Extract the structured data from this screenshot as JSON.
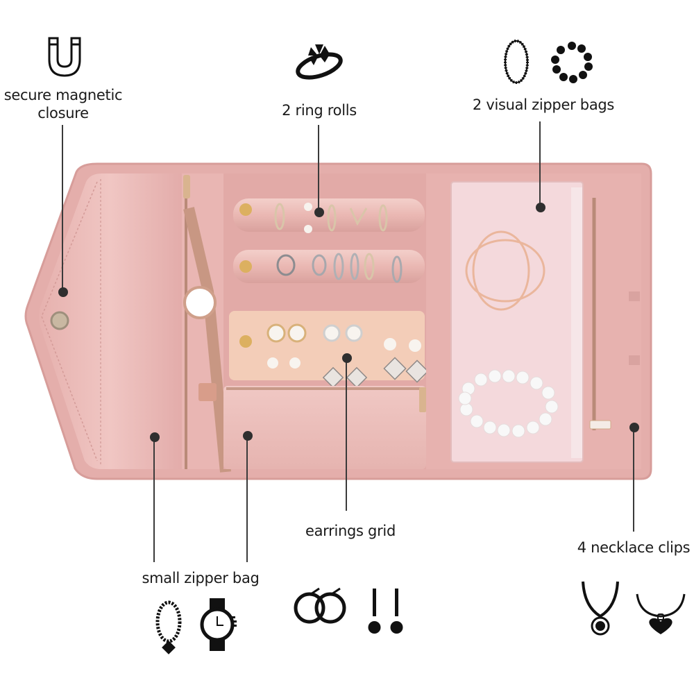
{
  "callouts": {
    "magnetic": {
      "label_line1": "secure magnetic",
      "label_line2": "closure",
      "icon": "magnet-icon"
    },
    "ring_rolls": {
      "label": "2 ring rolls",
      "icon": "ring-icon"
    },
    "visual_bags": {
      "label": "2 visual zipper bags",
      "icons": [
        "bead-necklace-icon",
        "bead-bracelet-icon"
      ]
    },
    "small_bag": {
      "label": "small zipper bag",
      "icons": [
        "pendant-necklace-icon",
        "watch-icon"
      ]
    },
    "earrings": {
      "label": "earrings grid",
      "icons": [
        "hoop-earrings-icon",
        "drop-earrings-icon"
      ]
    },
    "necklace_clips": {
      "label": "4 necklace clips",
      "icons": [
        "round-pendant-icon",
        "heart-pendant-icon"
      ]
    }
  },
  "colors": {
    "case_outer": "#e8b4b1",
    "case_inner": "#efc2bf",
    "satin": "#e9b8b6",
    "earring_board": "#f3cdb8",
    "zipper": "#b98a78",
    "clear_bag": "#f4d9dc",
    "leader": "#3a3a3a"
  }
}
